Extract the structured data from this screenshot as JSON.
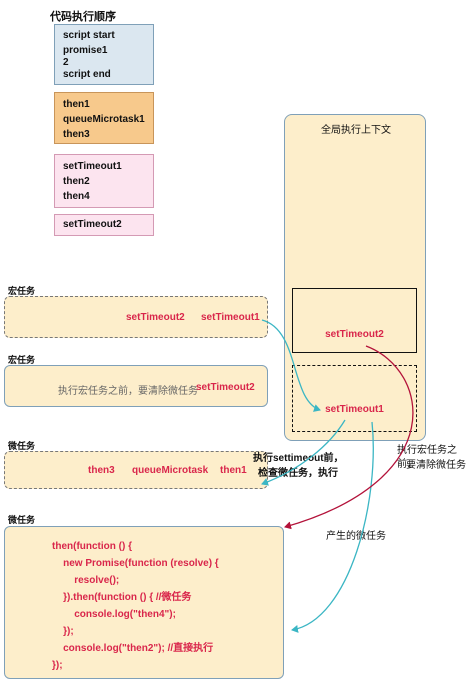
{
  "order": {
    "title": "代码执行顺序",
    "sync": [
      "script start",
      "promise1",
      "2",
      "script end"
    ],
    "micro": [
      "then1",
      "queueMicrotask1",
      "then3"
    ],
    "macro1": [
      "setTimeout1",
      "then2",
      "then4"
    ],
    "macro2": [
      "setTimeout2"
    ]
  },
  "context": {
    "title": "全局执行上下文",
    "stack_item": "setTimeout2",
    "current_item": "setTimeout1"
  },
  "macro_queue_1": {
    "title": "宏任务",
    "items": [
      "setTimeout2",
      "setTimeout1"
    ]
  },
  "macro_queue_2": {
    "title": "宏任务",
    "note": "执行宏任务之前，要清除微任务",
    "item": "setTimeout2"
  },
  "micro_queue": {
    "title": "微任务",
    "items": [
      "then3",
      "queueMicrotask",
      "then1"
    ]
  },
  "micro_code": {
    "title": "微任务",
    "lines": [
      "then(function () {",
      "    new Promise(function (resolve) {",
      "        resolve();",
      "    }).then(function () { //微任务",
      "        console.log(\"then4\");",
      "    });",
      "    console.log(\"then2\"); //直接执行",
      "});"
    ]
  },
  "annotations": {
    "before_exec_line1": "执行settimeout前，",
    "before_exec_line2": "检查微任务，执行",
    "clear_line1": "执行宏任务之前，",
    "clear_line2": "要清除微任务",
    "produce": "产生的微任务"
  },
  "colors": {
    "red": "#d9264b",
    "teal": "#3bb6c4",
    "dark_red": "#b3123a"
  }
}
